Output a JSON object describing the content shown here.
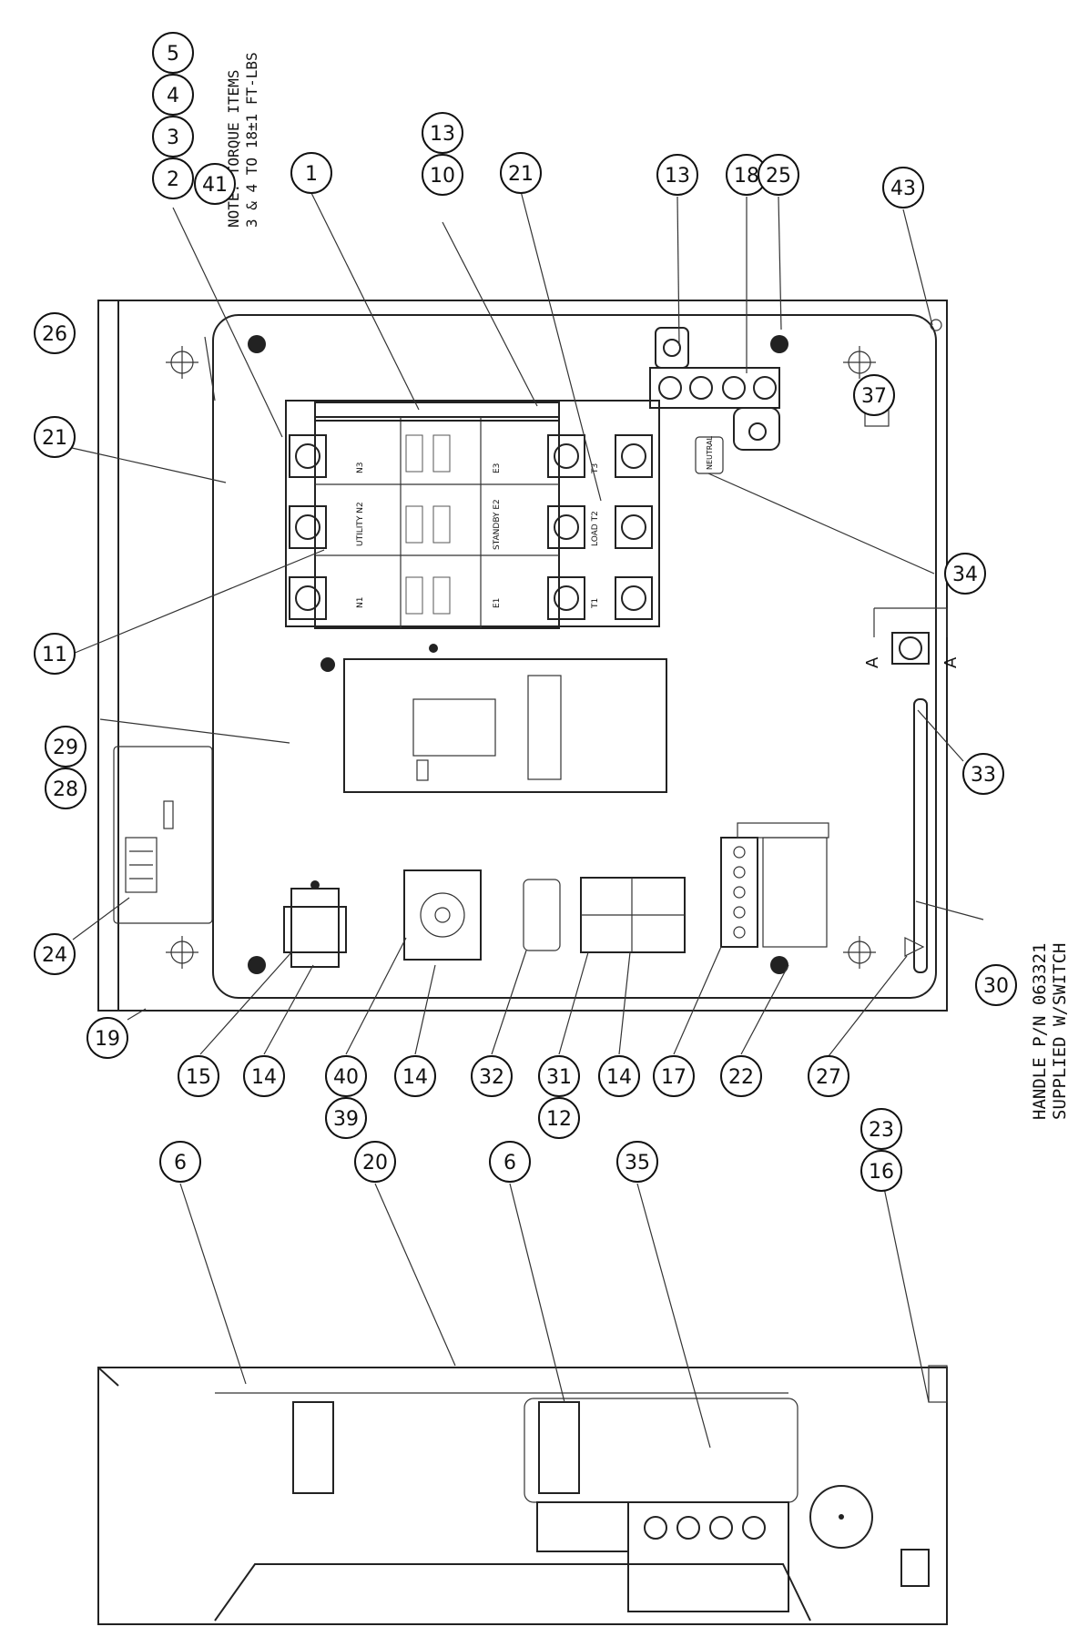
{
  "note": {
    "line1": "NOTE: TORQUE ITEMS",
    "line2": "3 & 4 TO 18±1 FT-LBS"
  },
  "handle": {
    "line1": "HANDLE P/N 063321",
    "line2": "SUPPLIED W/SWITCH"
  },
  "section_marker": "A",
  "neutral_label": "NEUTRAL",
  "switch_labels": {
    "n1": "N1",
    "n2": "UTILITY N2",
    "n3": "N3",
    "e1": "E1",
    "e2": "STANDBY E2",
    "e3": "E3",
    "t1": "T1",
    "t2": "LOAD T2",
    "t3": "T3"
  },
  "balloons": {
    "b2": "2",
    "b3": "3",
    "b4": "4",
    "b5": "5",
    "b41": "41",
    "b1": "1",
    "b10": "10",
    "b13a": "13",
    "b21a": "21",
    "b13b": "13",
    "b18": "18",
    "b25": "25",
    "b43": "43",
    "b26": "26",
    "b21b": "21",
    "b11": "11",
    "b29": "29",
    "b28": "28",
    "b24": "24",
    "b37": "37",
    "b34": "34",
    "b33": "33",
    "b30": "30",
    "b19": "19",
    "b15": "15",
    "b14a": "14",
    "b39": "39",
    "b40": "40",
    "b14b": "14",
    "b32": "32",
    "b12": "12",
    "b31": "31",
    "b14c": "14",
    "b17": "17",
    "b22": "22",
    "b27": "27",
    "b6a": "6",
    "b20": "20",
    "b6b": "6",
    "b35": "35",
    "b16": "16",
    "b23": "23"
  }
}
